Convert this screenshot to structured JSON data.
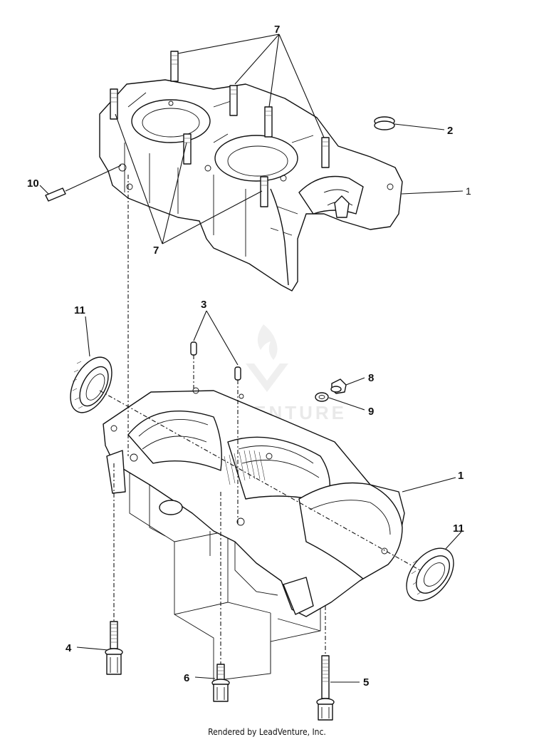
{
  "diagram": {
    "callouts": {
      "c7": "7",
      "c7b": "7",
      "c2": "2",
      "c1_top": "1",
      "c10": "10",
      "c11_left": "11",
      "c3": "3",
      "c8": "8",
      "c9": "9",
      "c1_bottom": "1",
      "c11_right": "11",
      "c4": "4",
      "c6": "6",
      "c5": "5"
    },
    "watermark": "LEADVENTURE"
  },
  "footer": {
    "credit": "Rendered by LeadVenture, Inc."
  }
}
